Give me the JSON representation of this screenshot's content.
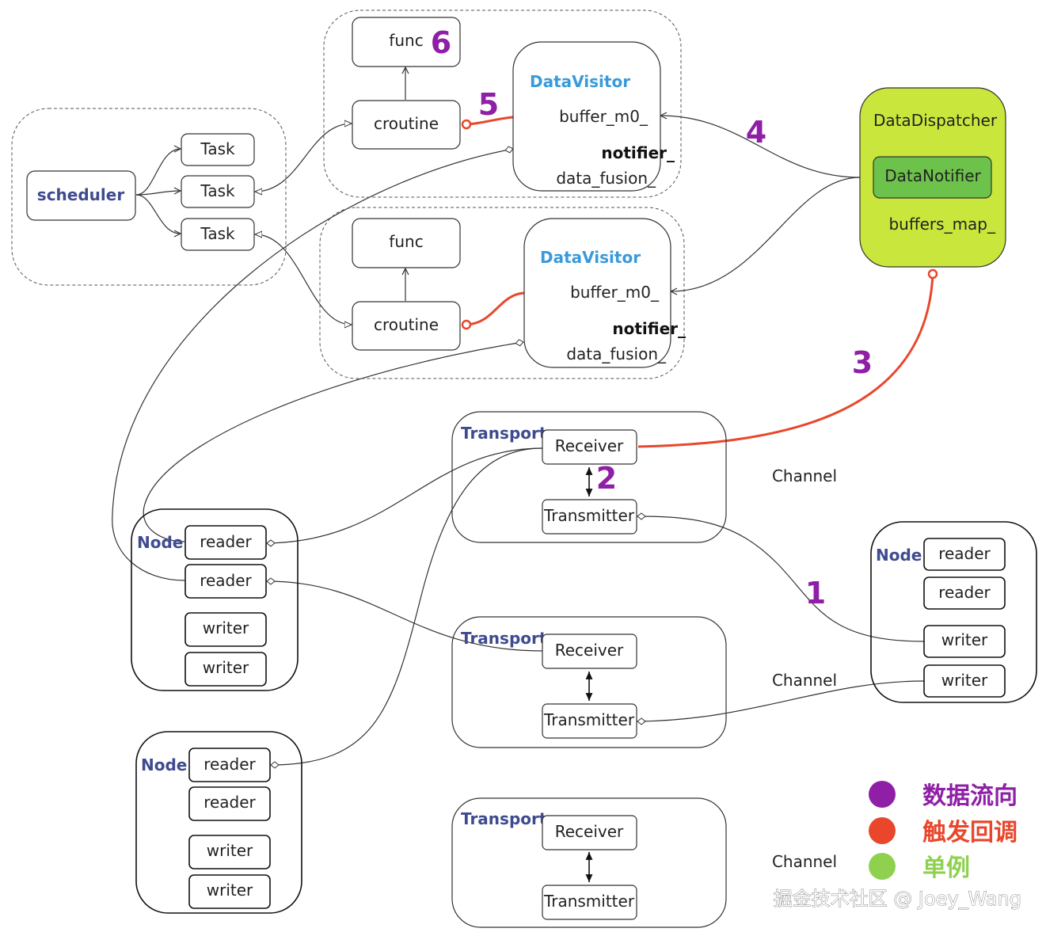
{
  "scheduler": {
    "label": "scheduler",
    "tasks": [
      "Task",
      "Task",
      "Task"
    ]
  },
  "visitor_groups": [
    {
      "func": "func",
      "croutine": "croutine",
      "title": "DataVisitor",
      "buffer": "buffer_m0_",
      "notifier": "notifier_",
      "fusion": "data_fusion_"
    },
    {
      "func": "func",
      "croutine": "croutine",
      "title": "DataVisitor",
      "buffer": "buffer_m0_",
      "notifier": "notifier_",
      "fusion": "data_fusion_"
    }
  ],
  "dispatcher": {
    "title": "DataDispatcher",
    "notifier": "DataNotifier",
    "buffers": "buffers_map_"
  },
  "transports": [
    {
      "title": "Transport",
      "receiver": "Receiver",
      "transmitter": "Transmitter",
      "channel": "Channel"
    },
    {
      "title": "Transport",
      "receiver": "Receiver",
      "transmitter": "Transmitter",
      "channel": "Channel"
    },
    {
      "title": "Transport",
      "receiver": "Receiver",
      "transmitter": "Transmitter",
      "channel": "Channel"
    }
  ],
  "nodes": [
    {
      "title": "Node",
      "ports": [
        "reader",
        "reader",
        "writer",
        "writer"
      ]
    },
    {
      "title": "Node",
      "ports": [
        "reader",
        "reader",
        "writer",
        "writer"
      ]
    },
    {
      "title": "Node",
      "ports": [
        "reader",
        "reader",
        "writer",
        "writer"
      ]
    }
  ],
  "step_numbers": [
    "1",
    "2",
    "3",
    "4",
    "5",
    "6"
  ],
  "legend": [
    {
      "label": "数据流向",
      "color": "#8e1fa6"
    },
    {
      "label": "触发回调",
      "color": "#e8472c"
    },
    {
      "label": "单例",
      "color": "#8fd14f"
    }
  ],
  "watermark": "掘金技术社区 @ Joey_Wang",
  "colors": {
    "dispatcher_fill": "#c8e63b",
    "notifier_fill": "#6cc24a",
    "callback_line": "#e8472c",
    "label_blue": "#3f4b8f",
    "visitor_title": "#3a9ad9"
  }
}
